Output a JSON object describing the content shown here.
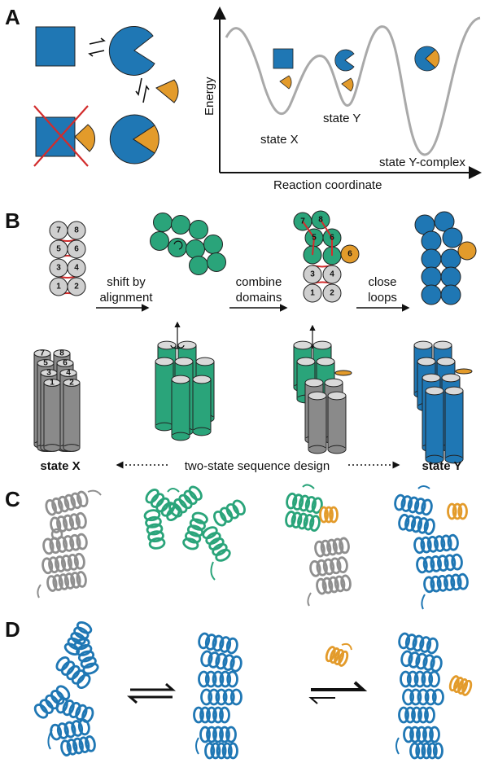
{
  "colors": {
    "blue": "#1f77b4",
    "blue_dark": "#125a92",
    "orange": "#e39b2b",
    "green": "#2aa47a",
    "grey": "#cfcfcf",
    "grey_dark": "#8a8a8a",
    "red": "#d22c2c",
    "curve": "#a9a9a9"
  },
  "panels": {
    "a": {
      "letter": "A",
      "energy_axis_label": "Energy",
      "reaction_axis_label": "Reaction coordinate",
      "state_labels": [
        "state X",
        "state Y",
        "state Y-complex"
      ]
    },
    "b": {
      "letter": "B",
      "step_labels": [
        [
          "shift by",
          "alignment"
        ],
        [
          "combine",
          "domains"
        ],
        [
          "close",
          "loops"
        ]
      ],
      "bottom_left": "state X",
      "bottom_center": "two-state sequence design",
      "bottom_right": "state Y",
      "helix_numbers": [
        "1",
        "2",
        "3",
        "4",
        "5",
        "6",
        "7",
        "8"
      ]
    },
    "c": {
      "letter": "C"
    },
    "d": {
      "letter": "D"
    }
  }
}
